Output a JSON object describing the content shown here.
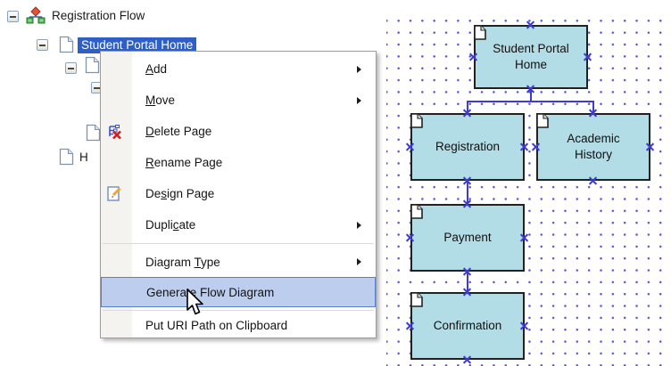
{
  "tree": {
    "items": [
      {
        "label": "Registration Flow",
        "icon": "flow-diagram-icon",
        "expanded": true
      },
      {
        "label": "Student Portal Home",
        "icon": "page-icon",
        "selected": true,
        "expanded": true
      },
      {
        "label": "",
        "icon": "page-icon"
      },
      {
        "label": "H",
        "icon": "page-icon"
      }
    ]
  },
  "context_menu": {
    "items": [
      {
        "label": "Add",
        "pre": "",
        "accel": "A",
        "post": "dd",
        "submenu": true
      },
      {
        "label": "Move",
        "pre": "",
        "accel": "M",
        "post": "ove",
        "submenu": true
      },
      {
        "label": "Delete Page",
        "pre": "",
        "accel": "D",
        "post": "elete Page",
        "icon": "delete-page-icon"
      },
      {
        "label": "Rename Page",
        "pre": "",
        "accel": "R",
        "post": "ename Page"
      },
      {
        "label": "Design Page",
        "pre": "De",
        "accel": "s",
        "post": "ign Page",
        "icon": "design-page-icon"
      },
      {
        "label": "Duplicate",
        "pre": "Dupli",
        "accel": "c",
        "post": "ate",
        "submenu": true
      },
      {
        "separator": true
      },
      {
        "label": "Diagram Type",
        "pre": "Diagram ",
        "accel": "T",
        "post": "ype",
        "submenu": true
      },
      {
        "label": "Generate Flow Diagram",
        "pre": "Generate Flow Diagram",
        "accel": "",
        "post": "",
        "highlighted": true
      },
      {
        "separator": true
      },
      {
        "label": "Put URI Path on Clipboard",
        "pre": "Put URI Path on Clipboard",
        "accel": "",
        "post": ""
      }
    ]
  },
  "diagram": {
    "nodes": [
      {
        "id": "student-portal-home",
        "label": "Student Portal Home"
      },
      {
        "id": "registration",
        "label": "Registration"
      },
      {
        "id": "academic-history",
        "label": "Academic History"
      },
      {
        "id": "payment",
        "label": "Payment"
      },
      {
        "id": "confirmation",
        "label": "Confirmation"
      }
    ],
    "edges": [
      {
        "from": "student-portal-home",
        "to": "registration"
      },
      {
        "from": "student-portal-home",
        "to": "academic-history"
      },
      {
        "from": "registration",
        "to": "payment"
      },
      {
        "from": "payment",
        "to": "confirmation"
      }
    ]
  },
  "colors": {
    "tree_selection_bg": "#2e5fc6",
    "tree_selection_text": "#ffffff",
    "menu_highlight_bg": "#bccdee",
    "menu_highlight_border": "#5a7ecb",
    "node_fill": "#b3dde6",
    "node_border": "#212121",
    "connector": "#3c3cd2",
    "grid_dot": "#5353cf"
  }
}
